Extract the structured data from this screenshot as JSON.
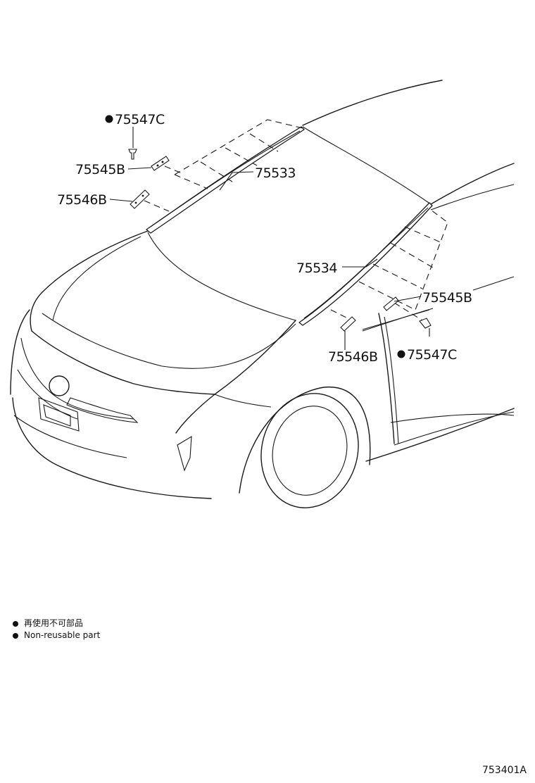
{
  "parts": {
    "clip_left": "75547C",
    "clip_right": "75547C",
    "plate_left": "75545B",
    "plate_right": "75545B",
    "retainer_left": "75546B",
    "retainer_right": "75546B",
    "molding_left": "75533",
    "molding_right": "75534"
  },
  "legend": {
    "line_jp": "再使用不可部品",
    "line_en": "Non-reusable part"
  },
  "diagram_code": "753401A"
}
